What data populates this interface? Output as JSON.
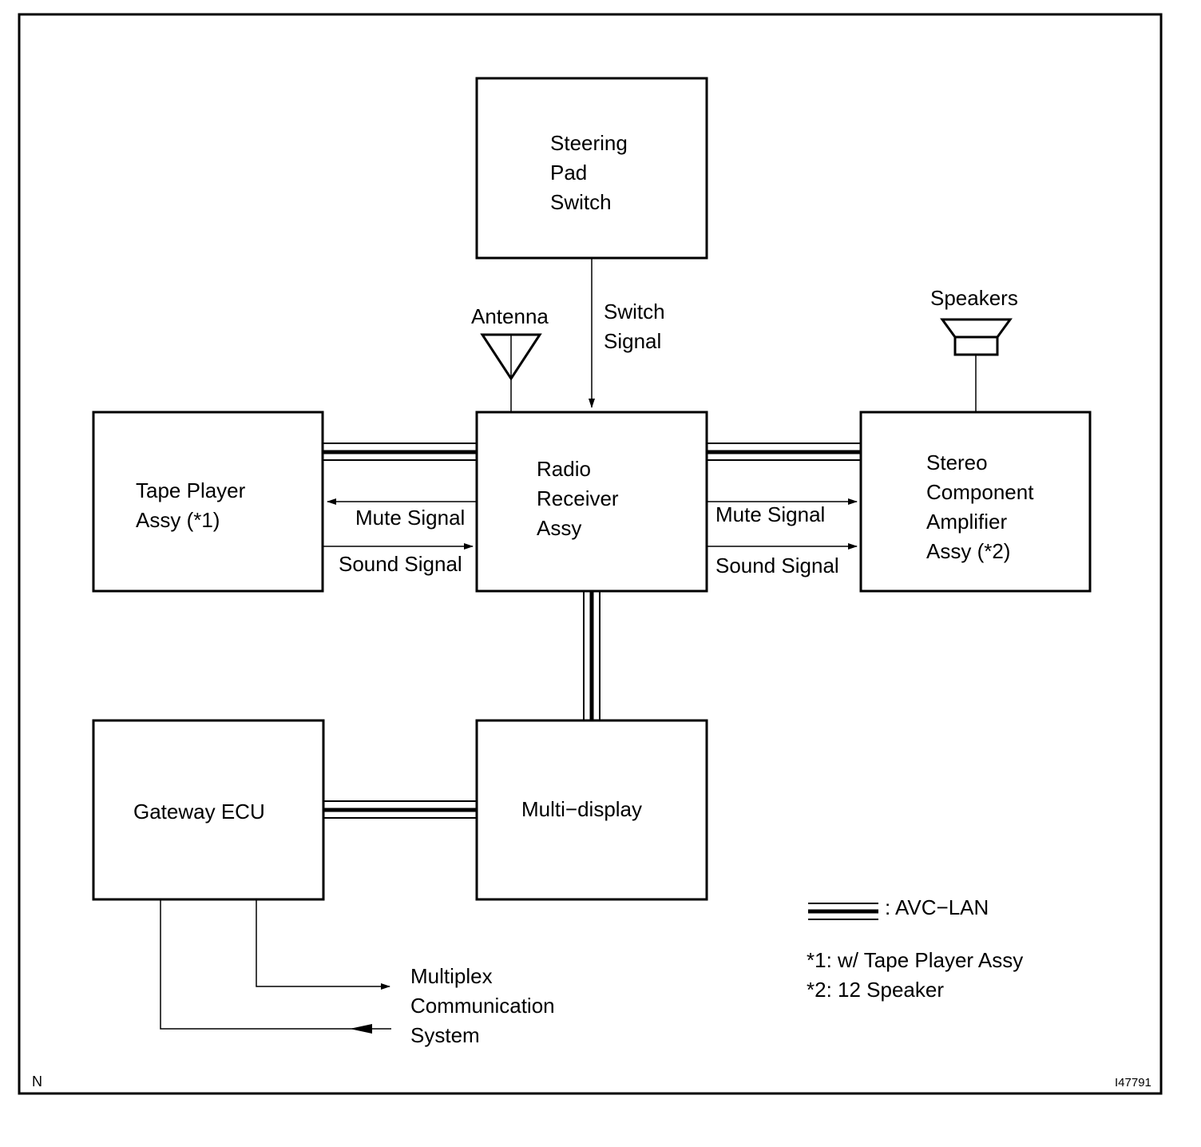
{
  "blocks": {
    "steering": [
      "Steering",
      "Pad",
      "Switch"
    ],
    "radio": [
      "Radio",
      "Receiver",
      "Assy"
    ],
    "tape": [
      "Tape Player",
      "Assy (*1)"
    ],
    "stereo": [
      "Stereo",
      "Component",
      "Amplifier",
      "Assy (*2)"
    ],
    "gateway": [
      "Gateway ECU"
    ],
    "multidisplay": [
      "Multi−display"
    ]
  },
  "labels": {
    "antenna": "Antenna",
    "speakers": "Speakers",
    "switch_signal": [
      "Switch",
      "Signal"
    ],
    "mute_left": "Mute Signal",
    "sound_left": "Sound Signal",
    "mute_right": "Mute Signal",
    "sound_right": "Sound Signal",
    "multiplex": [
      "Multiplex",
      "Communication",
      "System"
    ]
  },
  "legend": {
    "avc_lan": ":  AVC−LAN",
    "notes": [
      "*1: w/ Tape Player Assy",
      "*2: 12 Speaker"
    ]
  },
  "corner": {
    "left": "N",
    "right": "I47791"
  }
}
